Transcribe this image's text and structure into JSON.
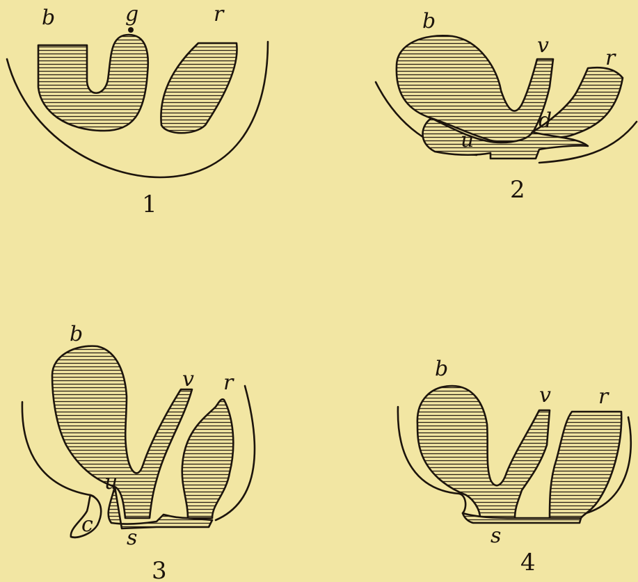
{
  "plate": {
    "background": "#f2e6a3",
    "ink": "#1c140c",
    "fig1": {
      "label_b": "b",
      "label_g": "g",
      "label_r": "r",
      "number": "1"
    },
    "fig2": {
      "label_b": "b",
      "label_v": "v",
      "label_r": "r",
      "label_d": "d",
      "label_u": "u",
      "number": "2"
    },
    "fig3": {
      "label_b": "b",
      "label_v": "v",
      "label_r": "r",
      "label_u": "u",
      "label_c": "c",
      "label_s": "s",
      "number": "3"
    },
    "fig4": {
      "label_b": "b",
      "label_v": "v",
      "label_r": "r",
      "label_s": "s",
      "number": "4"
    }
  }
}
